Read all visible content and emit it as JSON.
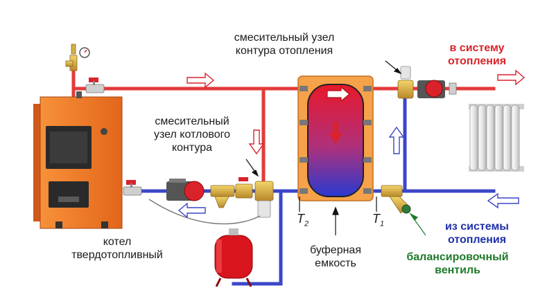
{
  "labels": {
    "mixing_heating": [
      "смесительный узел",
      "контура отопления"
    ],
    "to_system": [
      "в систему",
      "отопления"
    ],
    "mixing_boiler": [
      "смесительный",
      "узел котлового",
      "контура"
    ],
    "from_system": [
      "из системы",
      "отопления"
    ],
    "boiler": [
      "котел",
      "твердотопливный"
    ],
    "buffer": [
      "буферная",
      "емкость"
    ],
    "balancing": [
      "балансировочный",
      "вентиль"
    ],
    "t2": {
      "main": "T",
      "sub": "2"
    },
    "t1": {
      "main": "T",
      "sub": "1"
    }
  },
  "colors": {
    "hot_pipe": "#e23b3b",
    "cold_pipe": "#3b46c8",
    "boiler_body": "#f07a1e",
    "tank_casing": "#f5a24a",
    "expansion_tank": "#d8141c",
    "label_red": "#d9222a",
    "label_blue": "#1f2fa8",
    "label_green": "#1f7a2a"
  }
}
